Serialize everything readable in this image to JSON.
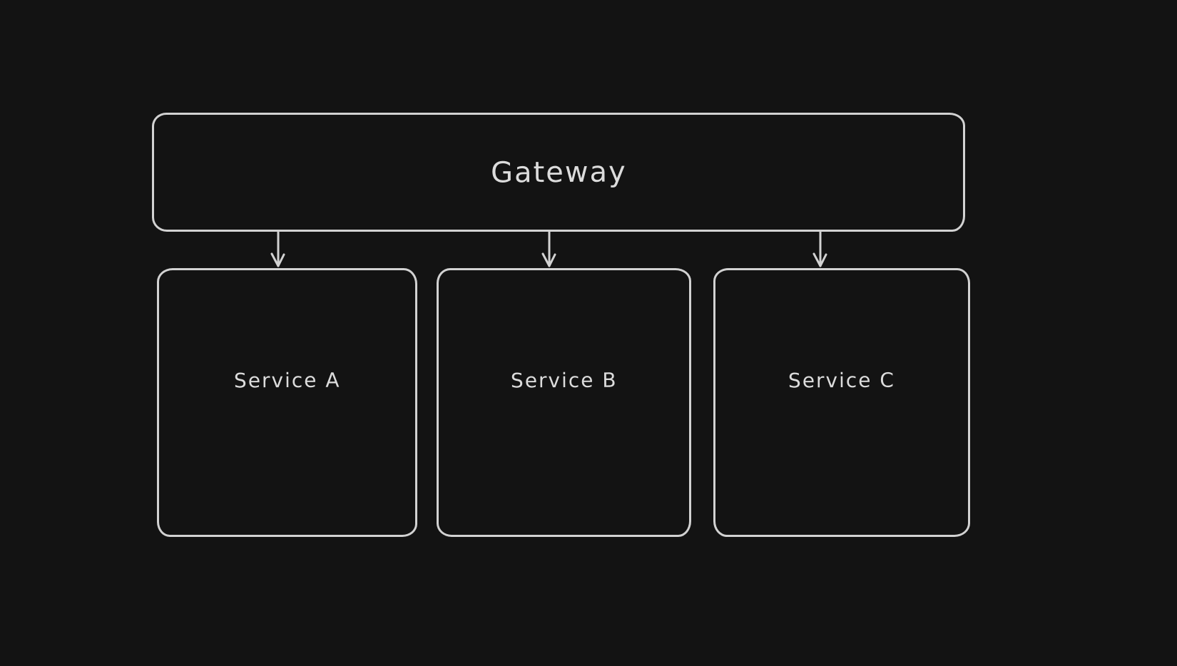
{
  "canvas": {
    "background_color": "#131313",
    "stroke_color": "#d2d2d2",
    "text_color": "#dcdcdc",
    "style": "hand-drawn"
  },
  "nodes": {
    "gateway": {
      "label": "Gateway"
    },
    "service_a": {
      "label": "Service A"
    },
    "service_b": {
      "label": "Service B"
    },
    "service_c": {
      "label": "Service C"
    }
  },
  "edges": [
    {
      "from": "Gateway",
      "to": "Service A",
      "direction": "down"
    },
    {
      "from": "Gateway",
      "to": "Service B",
      "direction": "down"
    },
    {
      "from": "Gateway",
      "to": "Service C",
      "direction": "down"
    }
  ]
}
